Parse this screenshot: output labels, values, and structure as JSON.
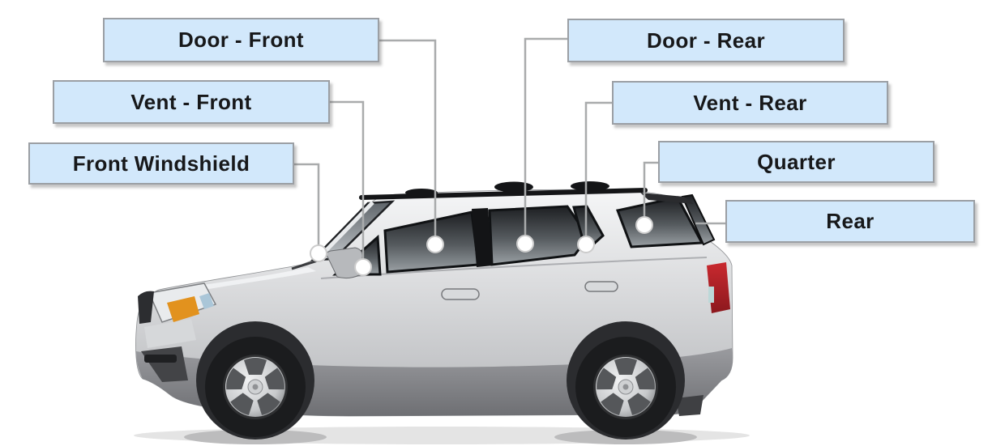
{
  "diagram": {
    "subject": "silver SUV side view with glass areas labeled",
    "labels": [
      {
        "id": "door-front",
        "text": "Door - Front"
      },
      {
        "id": "vent-front",
        "text": "Vent - Front"
      },
      {
        "id": "front-windshield",
        "text": "Front Windshield"
      },
      {
        "id": "door-rear",
        "text": "Door - Rear"
      },
      {
        "id": "vent-rear",
        "text": "Vent - Rear"
      },
      {
        "id": "quarter",
        "text": "Quarter"
      },
      {
        "id": "rear",
        "text": "Rear"
      }
    ],
    "colors": {
      "label_background": "#d2e8fb",
      "label_border": "#9b9fa4",
      "connector_line": "#a9abac",
      "marker_dot": "#ffffff"
    }
  }
}
